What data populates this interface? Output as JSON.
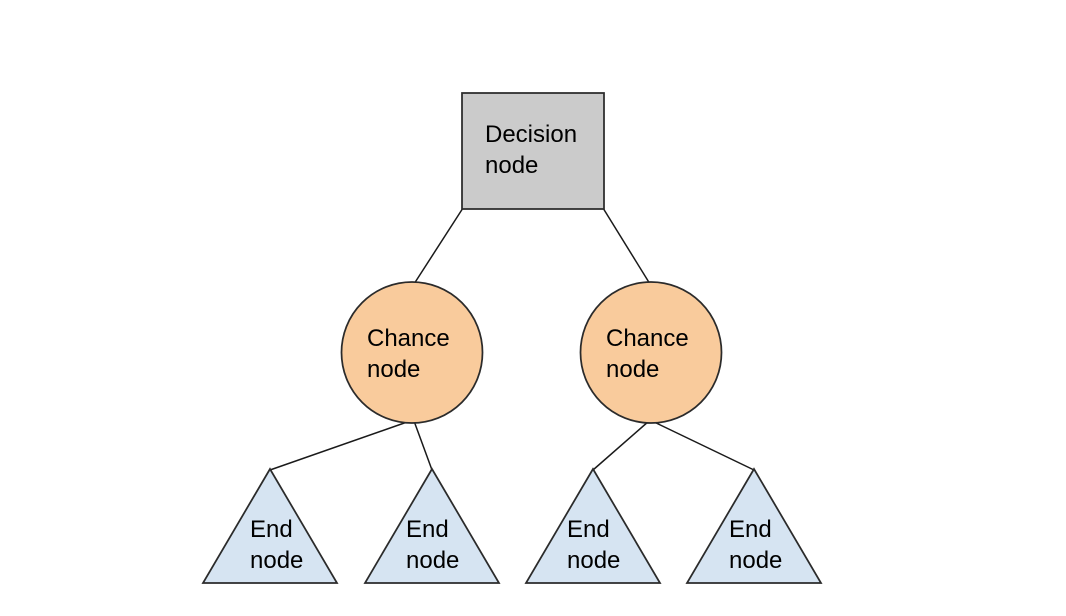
{
  "page": {
    "background": "#ffffff"
  },
  "diagram": {
    "type": "decision-tree",
    "colors": {
      "decision_fill": "#cbcbcb",
      "chance_fill": "#f9cb9c",
      "end_fill": "#d6e4f2",
      "shape_stroke": "#2b2b2b",
      "connector": "#1a1a1a",
      "text": "#000000"
    },
    "nodes": {
      "decision": {
        "type": "square",
        "line1": "Decision",
        "line2": "node"
      },
      "chance_left": {
        "type": "circle",
        "line1": "Chance",
        "line2": "node"
      },
      "chance_right": {
        "type": "circle",
        "line1": "Chance",
        "line2": "node"
      },
      "end_1": {
        "type": "triangle",
        "line1": "End",
        "line2": "node"
      },
      "end_2": {
        "type": "triangle",
        "line1": "End",
        "line2": "node"
      },
      "end_3": {
        "type": "triangle",
        "line1": "End",
        "line2": "node"
      },
      "end_4": {
        "type": "triangle",
        "line1": "End",
        "line2": "node"
      }
    }
  }
}
